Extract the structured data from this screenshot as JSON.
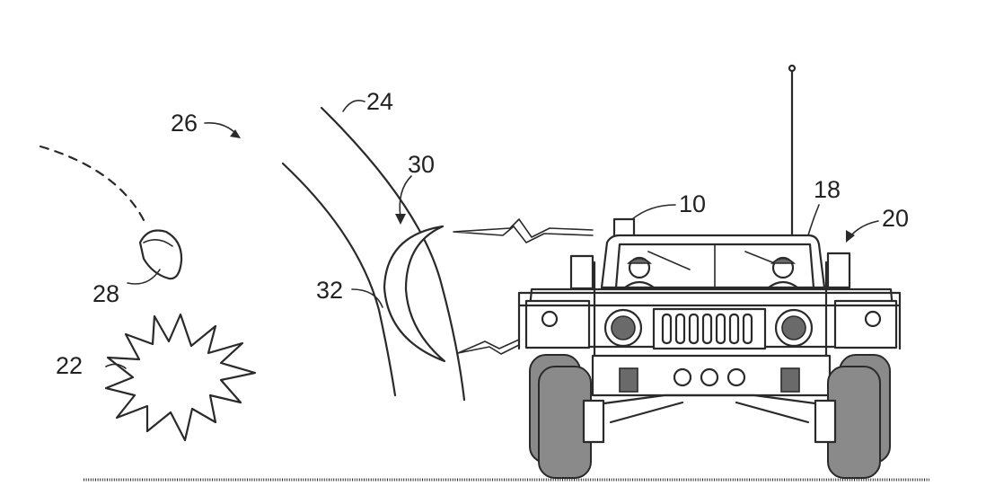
{
  "figure": {
    "reference_labels": {
      "explosion": "22",
      "wave_front": "24",
      "threat_zone": "26",
      "projectile": "28",
      "shield": "30",
      "shield_edge": "32",
      "sensor": "10",
      "antenna": "18",
      "vehicle": "20"
    }
  }
}
